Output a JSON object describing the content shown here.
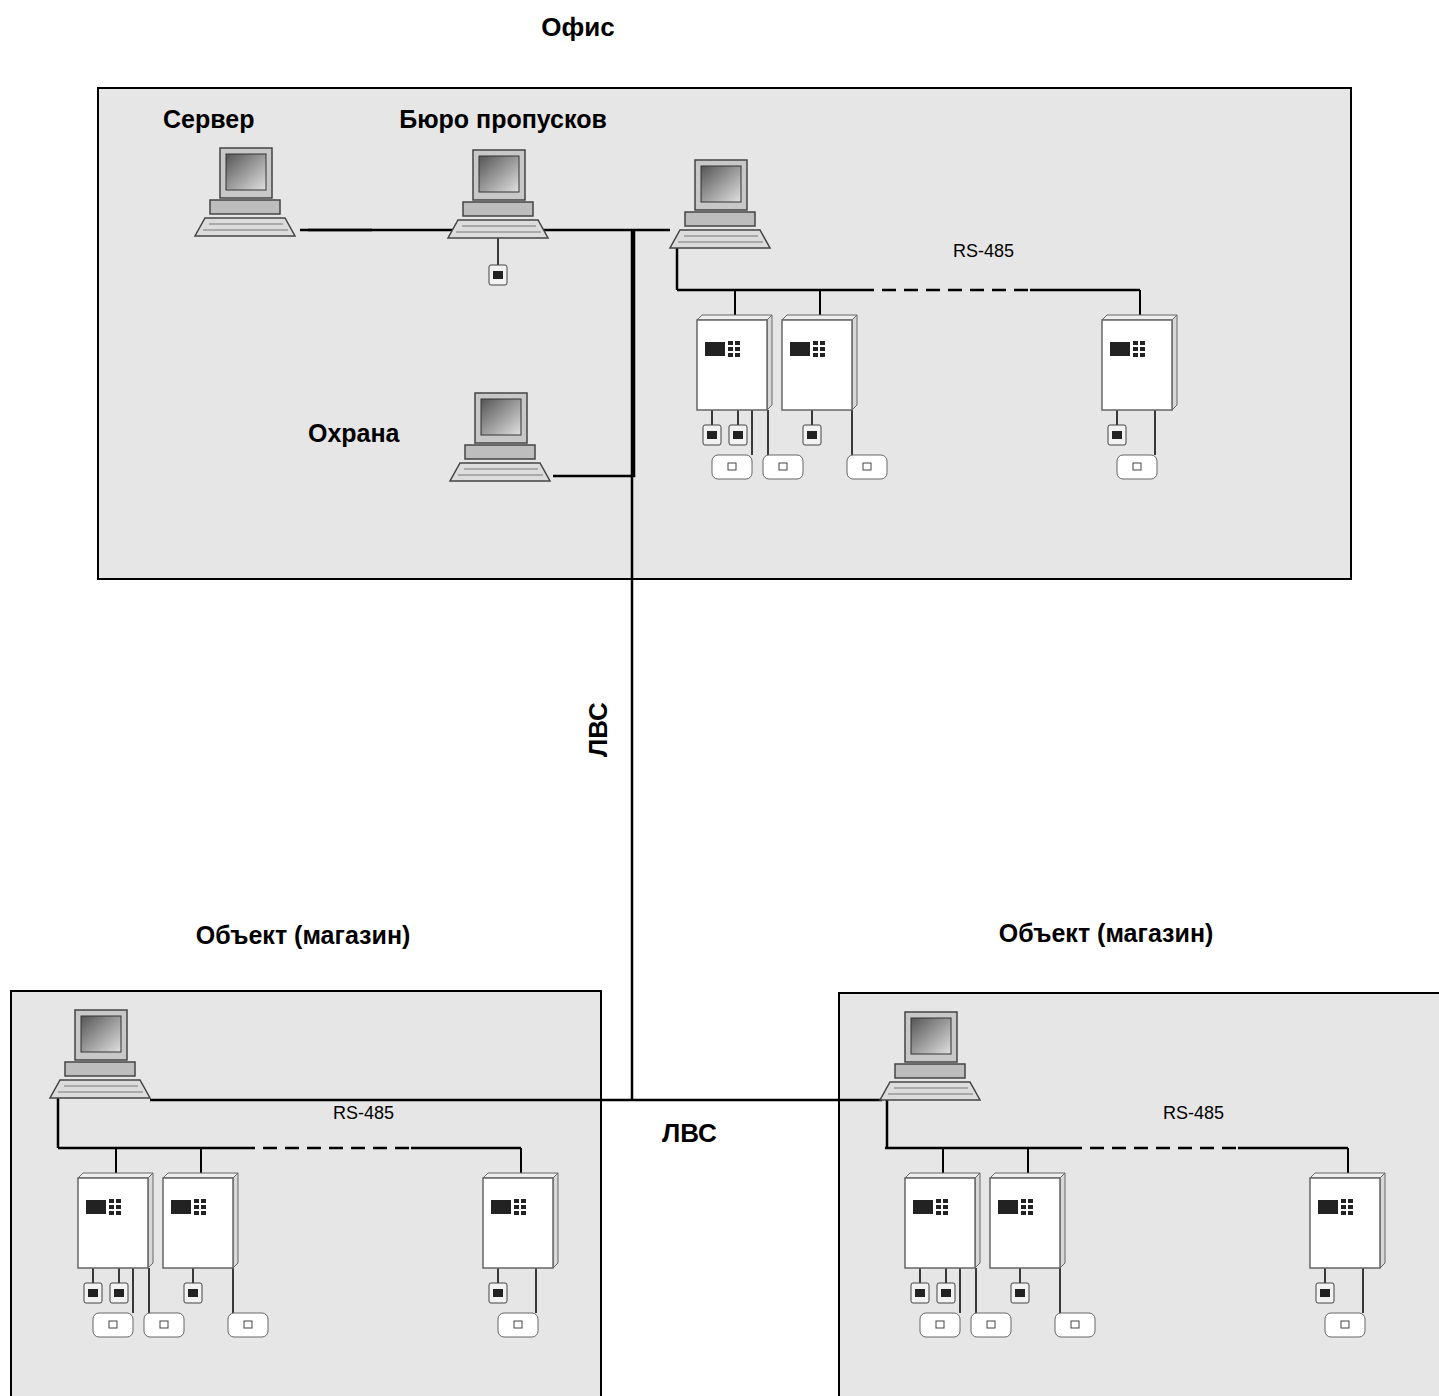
{
  "diagram": {
    "nodes": [
      {
        "text": [
          "Офис"
        ]
      },
      {
        "text": [
          "Сервер"
        ],
        "in": 0
      },
      {
        "text": [
          "Бюро пропусков"
        ],
        "in": 0
      },
      {
        "text": [
          "Охрана"
        ],
        "in": 0
      },
      {
        "text": [
          "Объект (магазин)"
        ]
      },
      {
        "text": [
          "Объект (магазин)"
        ]
      }
    ],
    "edges": [
      {
        "from": 1,
        "to": 2,
        "arrow": "none"
      },
      {
        "from": 2,
        "to": 3,
        "arrow": "none"
      }
    ],
    "labels": [
      "RS-485",
      "ЛВС",
      "RS-485",
      "ЛВС",
      "RS-485"
    ]
  }
}
